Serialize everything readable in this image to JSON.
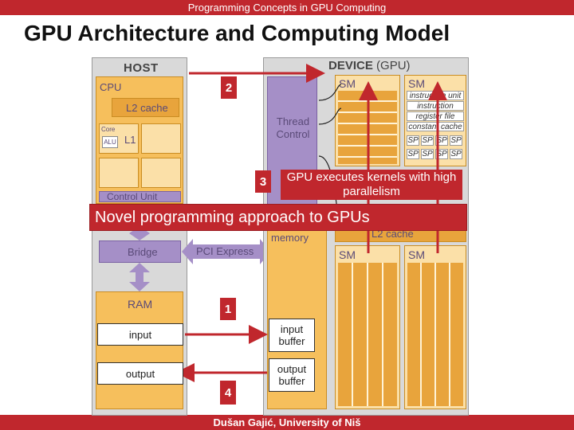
{
  "header": {
    "subtitle": "Programming Concepts in GPU Computing",
    "title": "GPU Architecture and Computing Model"
  },
  "footer": {
    "text": "Dušan Gajić, University of Niš"
  },
  "host": {
    "label": "HOST",
    "cpu": "CPU",
    "l2": "L2 cache",
    "core": "Core",
    "alu": "ALU",
    "l1": "L1",
    "control_unit": "Control Unit",
    "bridge": "Bridge",
    "pci": "PCI Express",
    "ram": "RAM",
    "input": "input",
    "output": "output"
  },
  "device": {
    "label_bold": "DEVICE",
    "label_rest": " (GPU)",
    "thread_control": "Thread Control",
    "memory": "memory",
    "l2": "L2 cache",
    "sm": "SM",
    "instruction_unit": "instruction unit",
    "instruction_cache": "instruction cache",
    "register_file": "register file",
    "constant_cache": "constant cache",
    "sp": "SP",
    "input_buffer": "input buffer",
    "output_buffer": "output buffer"
  },
  "steps": {
    "one": "1",
    "two": "2",
    "three": "3",
    "four": "4"
  },
  "callouts": {
    "gpu_executes": "GPU executes kernels with high parallelism",
    "novel": "Novel programming approach to GPUs"
  },
  "colors": {
    "accent": "#c0272d",
    "memory": "#f6bf5c",
    "control": "#a58fc7"
  }
}
